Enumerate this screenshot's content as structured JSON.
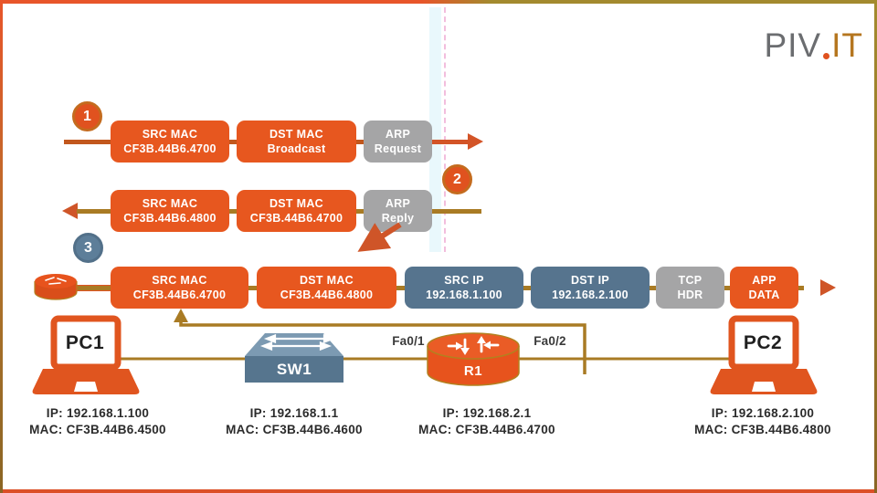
{
  "logo": {
    "gray": "PIV",
    "orange": "IT"
  },
  "steps": [
    {
      "badge": "1",
      "boxes": [
        {
          "l1": "SRC MAC",
          "l2": "CF3B.44B6.4700",
          "style": "orange"
        },
        {
          "l1": "DST MAC",
          "l2": "Broadcast",
          "style": "orange"
        },
        {
          "l1": "ARP",
          "l2": "Request",
          "style": "gray"
        }
      ]
    },
    {
      "badge": "2",
      "boxes": [
        {
          "l1": "SRC MAC",
          "l2": "CF3B.44B6.4800",
          "style": "orange"
        },
        {
          "l1": "DST MAC",
          "l2": "CF3B.44B6.4700",
          "style": "orange"
        },
        {
          "l1": "ARP",
          "l2": "Reply",
          "style": "gray"
        }
      ]
    },
    {
      "badge": "3",
      "boxes": [
        {
          "l1": "SRC MAC",
          "l2": "CF3B.44B6.4700",
          "style": "orange"
        },
        {
          "l1": "DST MAC",
          "l2": "CF3B.44B6.4800",
          "style": "orange"
        },
        {
          "l1": "SRC IP",
          "l2": "192.168.1.100",
          "style": "blue"
        },
        {
          "l1": "DST IP",
          "l2": "192.168.2.100",
          "style": "blue"
        },
        {
          "l1": "TCP",
          "l2": "HDR",
          "style": "gray"
        },
        {
          "l1": "APP",
          "l2": "DATA",
          "style": "orange"
        }
      ]
    }
  ],
  "interfaces": {
    "left": "Fa0/1",
    "right": "Fa0/2"
  },
  "devices": [
    {
      "name": "PC1",
      "ip": "IP: 192.168.1.100",
      "mac": "MAC: CF3B.44B6.4500"
    },
    {
      "name": "SW1",
      "ip": "IP: 192.168.1.1",
      "mac": "MAC: CF3B.44B6.4600"
    },
    {
      "name": "R1",
      "ip": "IP: 192.168.2.1",
      "mac": "MAC: CF3B.44B6.4700"
    },
    {
      "name": "PC2",
      "ip": "IP: 192.168.2.100",
      "mac": "MAC: CF3B.44B6.4800"
    }
  ],
  "colors": {
    "orange": "#e7571f",
    "slate_blue": "#56748e",
    "gray": "#a5a5a6",
    "gold_line": "#a97b24",
    "arrowhead": "#cf5528",
    "badge_slate": "#5d7e99",
    "logo_gray": "#6b6d70",
    "logo_gold": "#b5761f"
  }
}
